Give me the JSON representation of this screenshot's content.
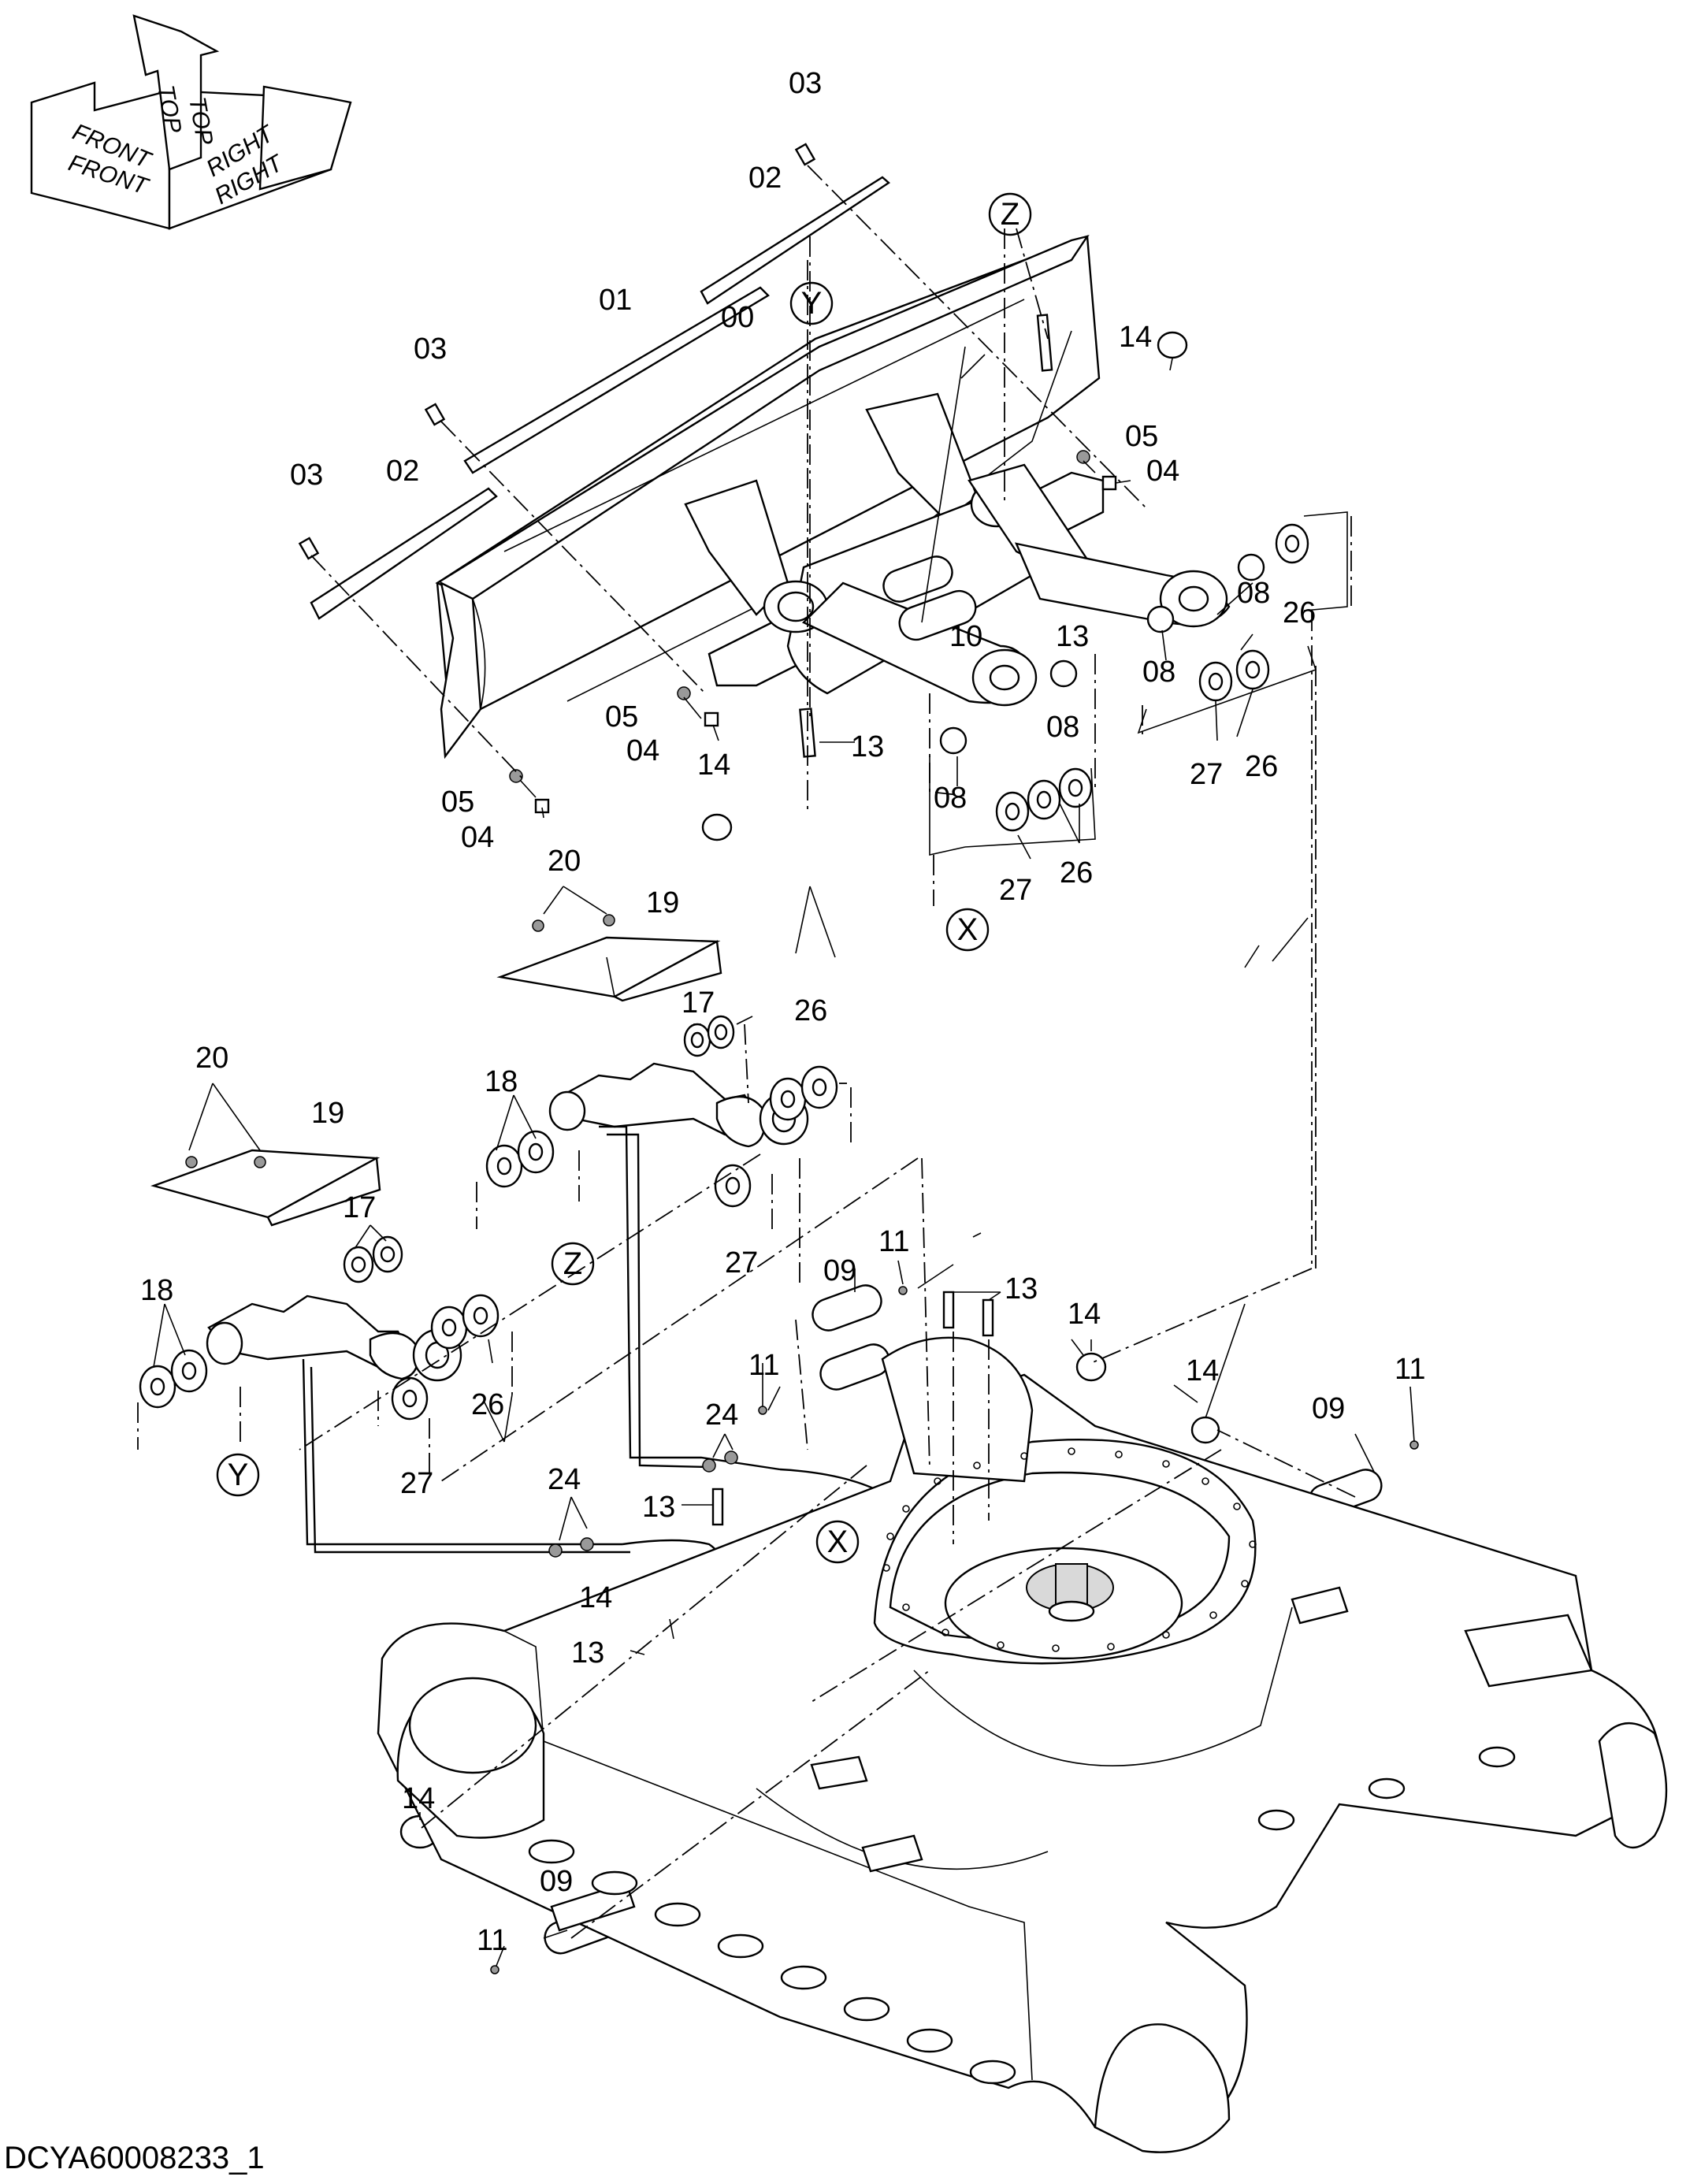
{
  "compass": {
    "front": "FRONT",
    "top": "TOP",
    "right": "RIGHT"
  },
  "drawing_code": "DCYA60008233_1",
  "view_tags": {
    "x": "X",
    "y": "Y",
    "z": "Z"
  },
  "callouts": [
    {
      "id": "c-03a",
      "text": "03"
    },
    {
      "id": "c-02a",
      "text": "02"
    },
    {
      "id": "c-01",
      "text": "01"
    },
    {
      "id": "c-00",
      "text": "00"
    },
    {
      "id": "c-03b",
      "text": "03"
    },
    {
      "id": "c-03c",
      "text": "03"
    },
    {
      "id": "c-02b",
      "text": "02"
    },
    {
      "id": "c-14a",
      "text": "14"
    },
    {
      "id": "c-05a",
      "text": "05"
    },
    {
      "id": "c-04a",
      "text": "04"
    },
    {
      "id": "c-10",
      "text": "10"
    },
    {
      "id": "c-13a",
      "text": "13"
    },
    {
      "id": "c-08a",
      "text": "08"
    },
    {
      "id": "c-26a",
      "text": "26"
    },
    {
      "id": "c-08b",
      "text": "08"
    },
    {
      "id": "c-08c",
      "text": "08"
    },
    {
      "id": "c-13b",
      "text": "13"
    },
    {
      "id": "c-05b",
      "text": "05"
    },
    {
      "id": "c-04b",
      "text": "04"
    },
    {
      "id": "c-14b",
      "text": "14"
    },
    {
      "id": "c-05c",
      "text": "05"
    },
    {
      "id": "c-04c",
      "text": "04"
    },
    {
      "id": "c-08d",
      "text": "08"
    },
    {
      "id": "c-27a",
      "text": "27"
    },
    {
      "id": "c-26b",
      "text": "26"
    },
    {
      "id": "c-27b",
      "text": "27"
    },
    {
      "id": "c-26c",
      "text": "26"
    },
    {
      "id": "c-20a",
      "text": "20"
    },
    {
      "id": "c-19a",
      "text": "19"
    },
    {
      "id": "c-17a",
      "text": "17"
    },
    {
      "id": "c-26d",
      "text": "26"
    },
    {
      "id": "c-18a",
      "text": "18"
    },
    {
      "id": "c-27c",
      "text": "27"
    },
    {
      "id": "c-20b",
      "text": "20"
    },
    {
      "id": "c-19b",
      "text": "19"
    },
    {
      "id": "c-17b",
      "text": "17"
    },
    {
      "id": "c-18b",
      "text": "18"
    },
    {
      "id": "c-26e",
      "text": "26"
    },
    {
      "id": "c-27d",
      "text": "27"
    },
    {
      "id": "c-11a",
      "text": "11"
    },
    {
      "id": "c-09a",
      "text": "09"
    },
    {
      "id": "c-13c",
      "text": "13"
    },
    {
      "id": "c-14c",
      "text": "14"
    },
    {
      "id": "c-11b",
      "text": "11"
    },
    {
      "id": "c-14d",
      "text": "14"
    },
    {
      "id": "c-09b",
      "text": "09"
    },
    {
      "id": "c-11c",
      "text": "11"
    },
    {
      "id": "c-24a",
      "text": "24"
    },
    {
      "id": "c-24b",
      "text": "24"
    },
    {
      "id": "c-13d",
      "text": "13"
    },
    {
      "id": "c-14e",
      "text": "14"
    },
    {
      "id": "c-13e",
      "text": "13"
    },
    {
      "id": "c-14f",
      "text": "14"
    },
    {
      "id": "c-09c",
      "text": "09"
    },
    {
      "id": "c-11d",
      "text": "11"
    }
  ]
}
